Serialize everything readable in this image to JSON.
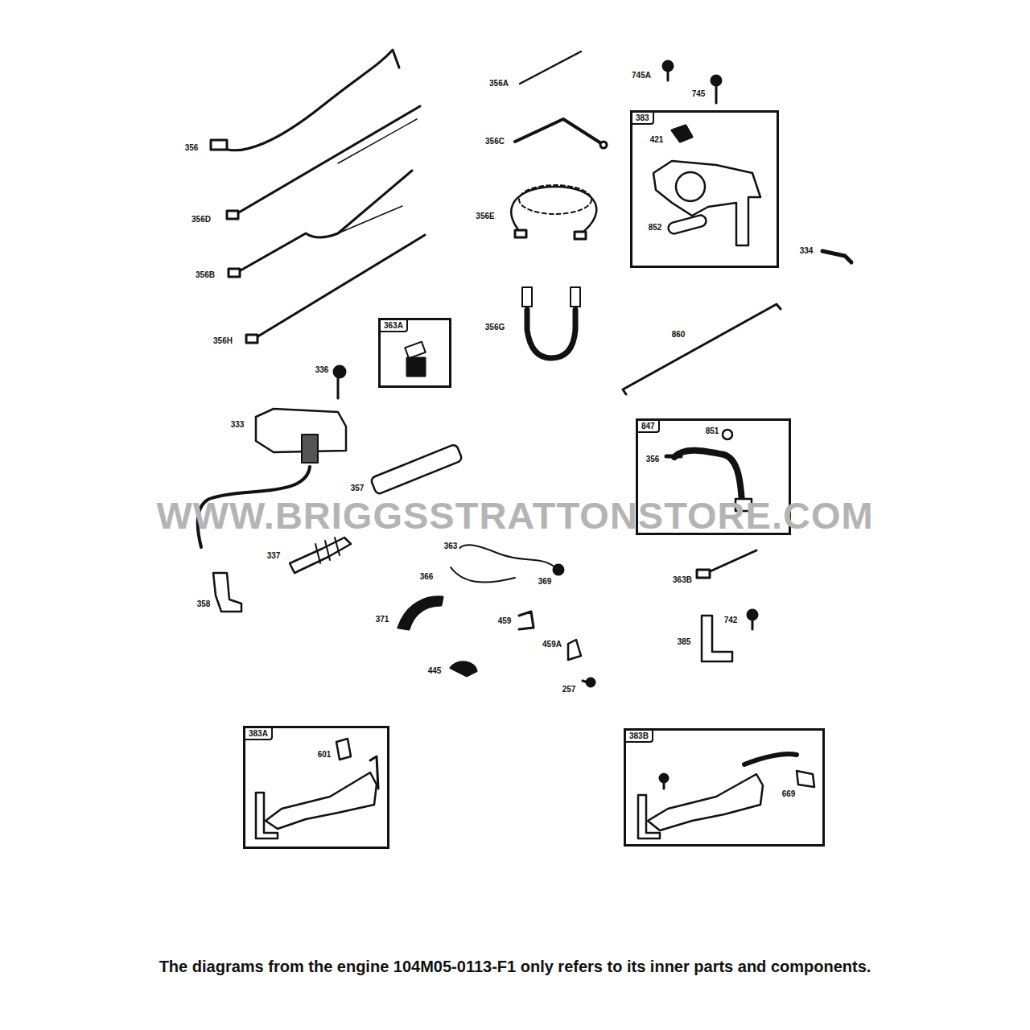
{
  "diagram": {
    "caption": "The diagrams from the engine 104M05-0113-F1 only refers to its inner parts and components.",
    "nodes": [
      {
        "text": [
          "383",
          "421",
          "852"
        ]
      },
      {
        "text": [
          "363A"
        ]
      },
      {
        "text": [
          "847",
          "851",
          "356"
        ]
      },
      {
        "text": [
          "383A",
          "601"
        ]
      },
      {
        "text": [
          "383B",
          "669"
        ]
      }
    ],
    "labels": [
      "356A",
      "745A",
      "745",
      "356",
      "356C",
      "356E",
      "356D",
      "356B",
      "334",
      "356G",
      "860",
      "356H",
      "336",
      "333",
      "357",
      "WWW.BRIGGSSTRATTONSTORE.COM",
      "337",
      "363",
      "366",
      "369",
      "363B",
      "358",
      "371",
      "459",
      "742",
      "385",
      "459A",
      "445",
      "257"
    ]
  }
}
